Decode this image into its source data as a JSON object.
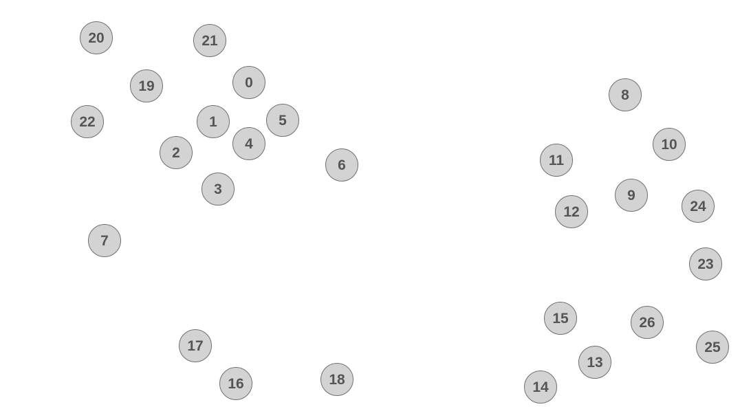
{
  "colors": {
    "background": "#ffffff",
    "node_fill": "#d3d3d3",
    "node_border": "#6f6f6f",
    "label": "#555555"
  },
  "graph": {
    "nodes": [
      {
        "id": "0",
        "label": "0"
      },
      {
        "id": "1",
        "label": "1"
      },
      {
        "id": "2",
        "label": "2"
      },
      {
        "id": "3",
        "label": "3"
      },
      {
        "id": "4",
        "label": "4"
      },
      {
        "id": "5",
        "label": "5"
      },
      {
        "id": "6",
        "label": "6"
      },
      {
        "id": "7",
        "label": "7"
      },
      {
        "id": "8",
        "label": "8"
      },
      {
        "id": "9",
        "label": "9"
      },
      {
        "id": "10",
        "label": "10"
      },
      {
        "id": "11",
        "label": "11"
      },
      {
        "id": "12",
        "label": "12"
      },
      {
        "id": "13",
        "label": "13"
      },
      {
        "id": "14",
        "label": "14"
      },
      {
        "id": "15",
        "label": "15"
      },
      {
        "id": "16",
        "label": "16"
      },
      {
        "id": "17",
        "label": "17"
      },
      {
        "id": "18",
        "label": "18"
      },
      {
        "id": "19",
        "label": "19"
      },
      {
        "id": "20",
        "label": "20"
      },
      {
        "id": "21",
        "label": "21"
      },
      {
        "id": "22",
        "label": "22"
      },
      {
        "id": "23",
        "label": "23"
      },
      {
        "id": "24",
        "label": "24"
      },
      {
        "id": "25",
        "label": "25"
      },
      {
        "id": "26",
        "label": "26"
      }
    ],
    "edges": []
  }
}
